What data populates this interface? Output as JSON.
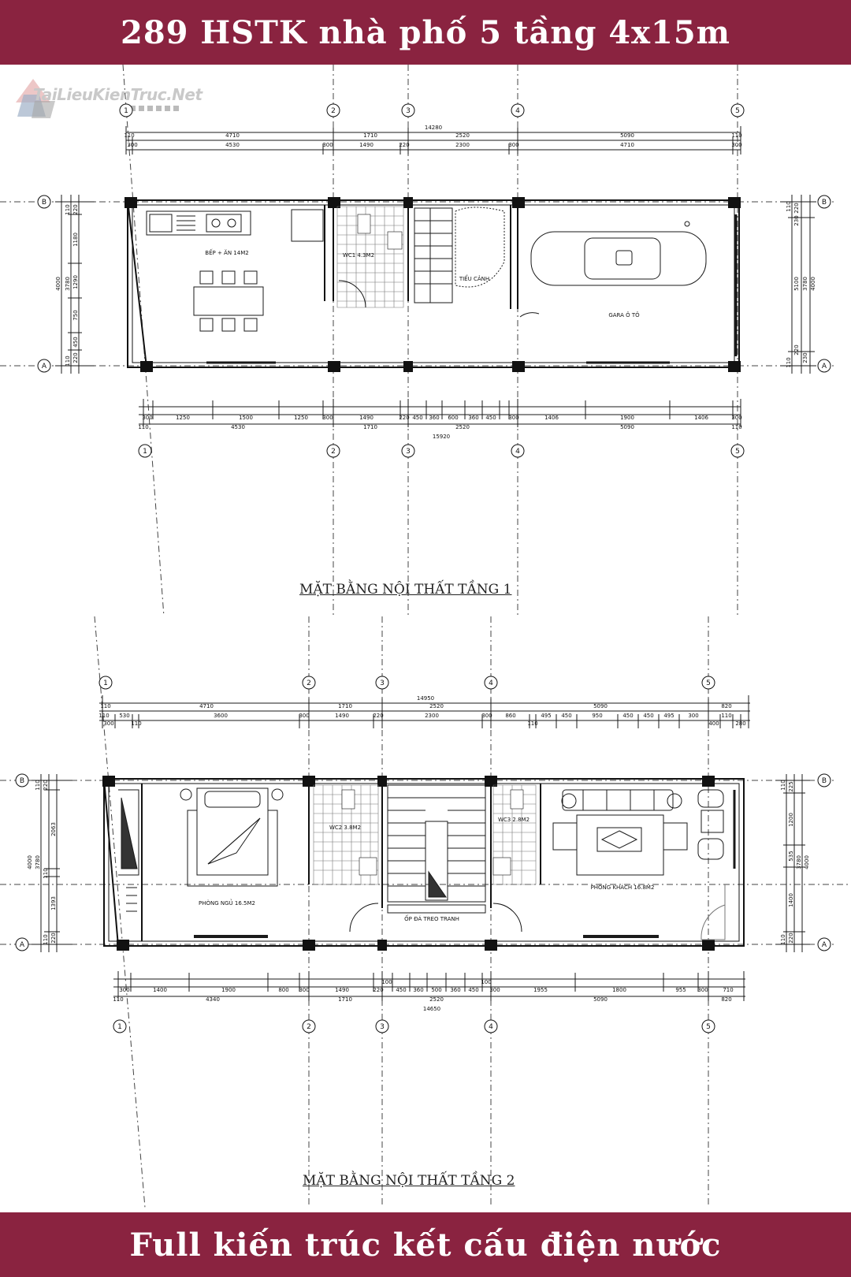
{
  "header": {
    "title": "289 HSTK nhà phố 5 tầng 4x15m"
  },
  "footer": {
    "subtitle": "Full kiến trúc kết cấu điện nước"
  },
  "logo": {
    "text": "TaiLieuKienTruc.Net"
  },
  "plan1": {
    "title": "MẶT BẰNG NỘI THẤT TẦNG 1",
    "grid_labels": [
      "1",
      "2",
      "3",
      "4",
      "5",
      "A",
      "B"
    ],
    "top_total": "14280",
    "top_row1": [
      "110",
      "4710",
      "1710",
      "2520",
      "5090",
      "110"
    ],
    "top_row2": [
      "300",
      "4530",
      "300",
      "1490",
      "220",
      "2300",
      "300",
      "4710",
      "300"
    ],
    "bottom_row1": [
      "300",
      "1250",
      "1500",
      "1250",
      "300",
      "1490",
      "220",
      "450",
      "360",
      "600",
      "360",
      "450",
      "300",
      "1406",
      "1900",
      "1406",
      "300"
    ],
    "bottom_row2": [
      "110",
      "4530",
      "1710",
      "2520",
      "5090",
      "110"
    ],
    "bottom_total": "15920",
    "left_dims": [
      "110",
      "220",
      "1180",
      "4000",
      "3780",
      "1290",
      "750",
      "450",
      "220",
      "110"
    ],
    "right_dims": [
      "110",
      "220",
      "230",
      "5100",
      "3780",
      "4000",
      "220",
      "230",
      "110"
    ],
    "rooms": {
      "kitchen": "BẾP + ĂN 14M2",
      "wc1": "WC1 4.3M2",
      "garden": "TIỂU CẢNH",
      "garage": "GARA Ô TÔ"
    }
  },
  "plan2": {
    "title": "MẶT BẰNG NỘI THẤT TẦNG 2",
    "grid_labels": [
      "1",
      "2",
      "3",
      "4",
      "5",
      "A",
      "B"
    ],
    "top_total": "14950",
    "top_row1": [
      "110",
      "4710",
      "1710",
      "2520",
      "5090",
      "820"
    ],
    "top_row2": [
      "110",
      "300",
      "530",
      "110",
      "3600",
      "300",
      "1490",
      "220",
      "2300",
      "300",
      "860",
      "110",
      "495",
      "450",
      "950",
      "450",
      "450",
      "495",
      "300",
      "400",
      "110",
      "280"
    ],
    "bottom_row1": [
      "300",
      "1400",
      "1900",
      "800",
      "300",
      "1490",
      "220",
      "100",
      "450",
      "360",
      "500",
      "360",
      "450",
      "100",
      "300",
      "1955",
      "1800",
      "955",
      "300",
      "710"
    ],
    "bottom_row2": [
      "110",
      "4340",
      "1710",
      "2520",
      "5090",
      "820"
    ],
    "bottom_total": "14650",
    "left_dims": [
      "110",
      "220",
      "2063",
      "4000",
      "3780",
      "110",
      "1393",
      "220",
      "110"
    ],
    "right_dims": [
      "110",
      "225",
      "1200",
      "3780",
      "4000",
      "535",
      "1400",
      "220",
      "110"
    ],
    "rooms": {
      "bedroom": "PHÒNG NGỦ 16.5M2",
      "wc2": "WC2 3.8M2",
      "wc3": "WC3 2.8M2",
      "living": "PHÒNG KHÁCH 16.8M2",
      "stair_wall": "ỐP ĐÁ TREO TRANH"
    }
  },
  "colors": {
    "banner": "#8a2340",
    "line": "#1a1a1a",
    "wall": "#111111"
  }
}
